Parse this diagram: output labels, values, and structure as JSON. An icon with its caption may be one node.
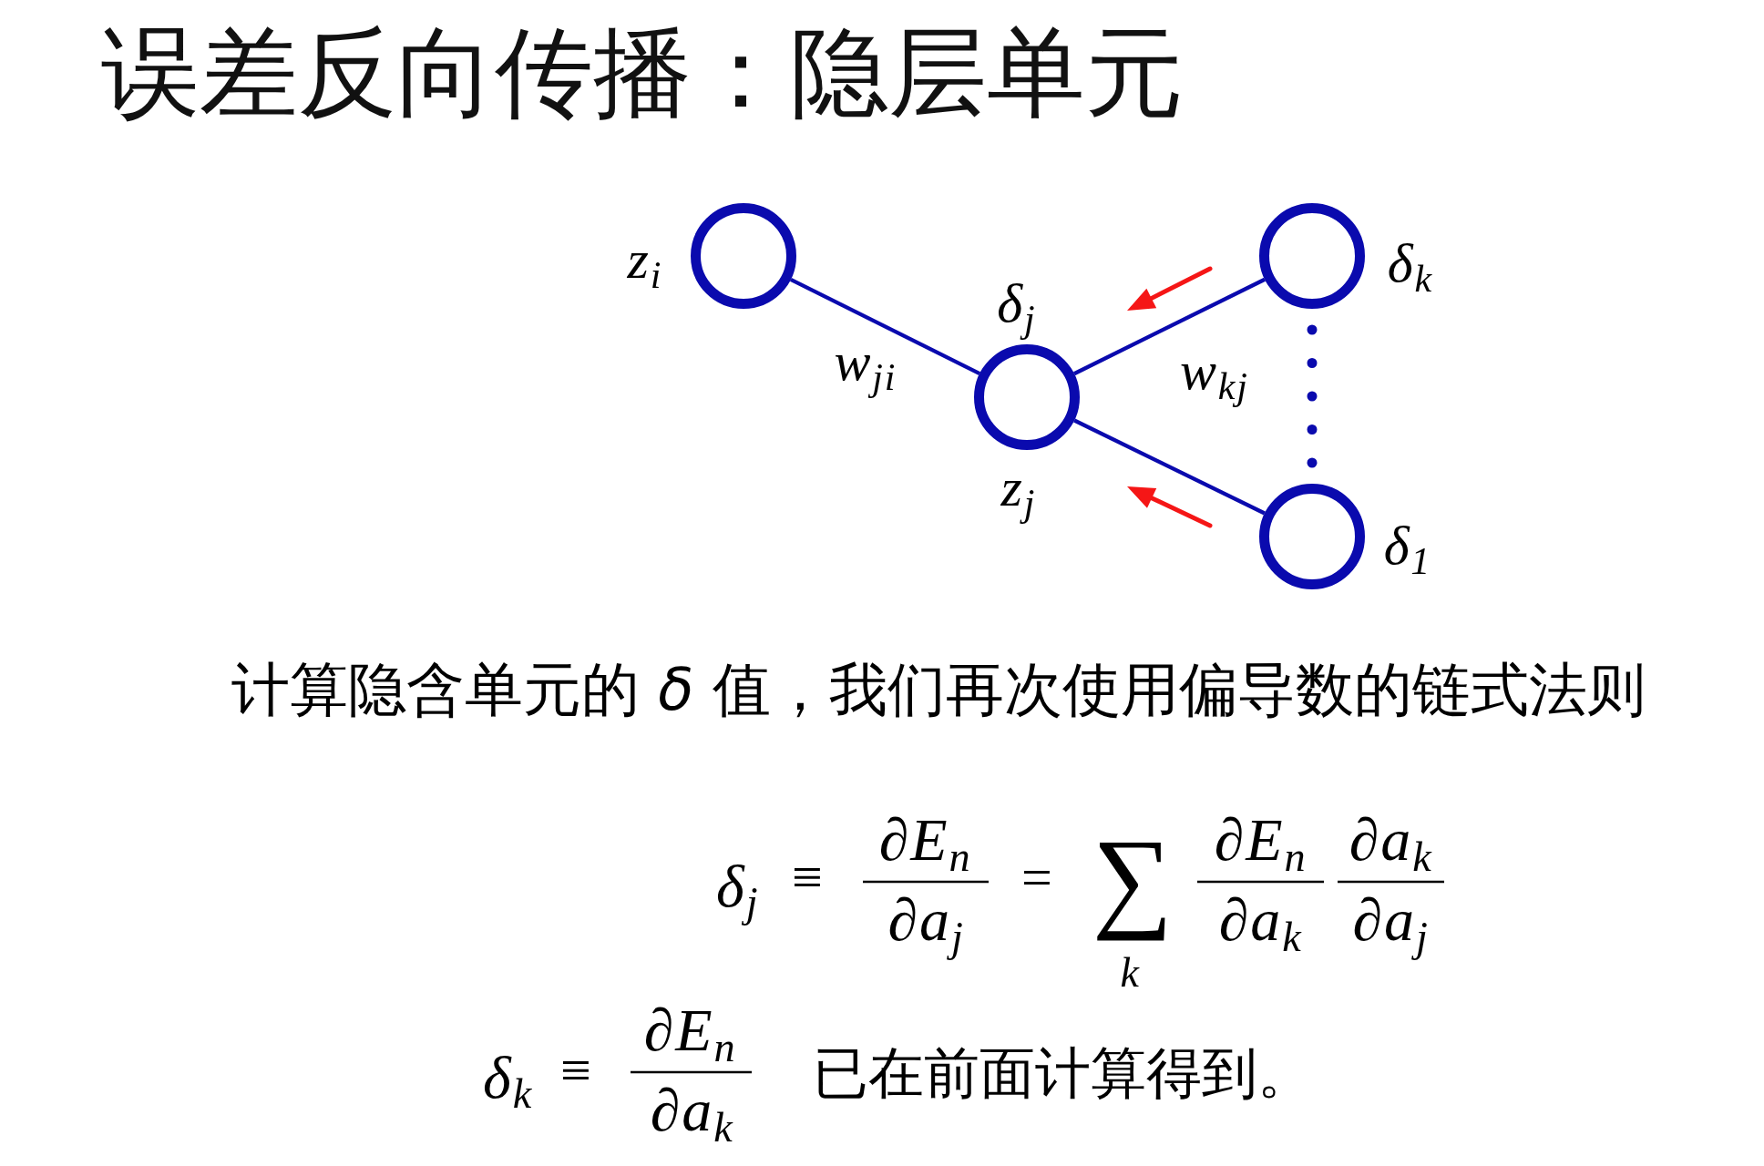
{
  "diagram": {
    "title": "误差反向传播：隐层单元",
    "nodes": [
      {
        "text": [],
        "shape": "circle",
        "beside": [
          "z$_{i}$"
        ]
      },
      {
        "text": [],
        "shape": "circle",
        "beside": [
          "δ$_{j}$",
          "z$_{j}$"
        ]
      },
      {
        "text": [],
        "shape": "circle",
        "beside": [
          "δ$_{k}$"
        ]
      },
      {
        "text": [],
        "shape": "circle",
        "beside": [
          "δ$_{1}$"
        ]
      }
    ],
    "edges": [
      {
        "from": 0,
        "to": 1,
        "arrow": "none",
        "label": "w$_{ji}$"
      },
      {
        "from": 1,
        "to": 2,
        "arrow": "none",
        "label": "w$_{kj}$"
      },
      {
        "from": 1,
        "to": 3,
        "arrow": "none"
      },
      {
        "from": 2,
        "to": 3,
        "arrow": "none",
        "style": "dashed"
      }
    ],
    "labels": [
      "计算隐含单元的 *δ* 值，我们再次使用偏导数的链式法则",
      "δ$_{j}$",
      "≡",
      "∂E$_{n}$",
      "∂a$_{j}$",
      "=",
      "∑",
      "k",
      "∂E$_{n}$",
      "∂a$_{k}$",
      "∂a$_{k}$",
      "∂a$_{j}$",
      "δ$_{k}$",
      "≡",
      "∂E$_{n}$",
      "∂a$_{k}$",
      "已在前面计算得到。"
    ]
  }
}
